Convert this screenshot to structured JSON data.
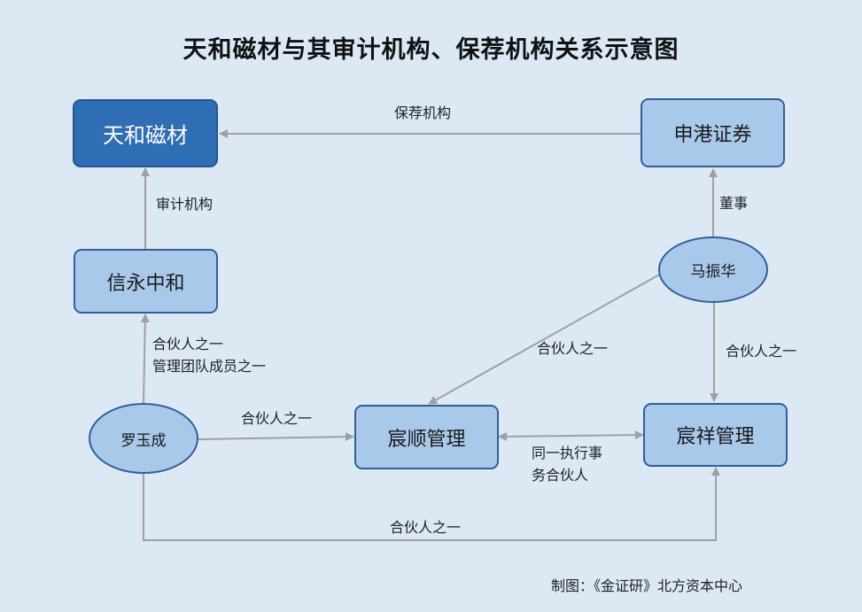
{
  "title": "天和磁材与其审计机构、保荐机构关系示意图",
  "nodes": {
    "tianhe": "天和磁材",
    "shengang": "申港证券",
    "xinyong": "信永中和",
    "mazhenhua": "马振华",
    "luoyucheng": "罗玉成",
    "chenshun": "宸顺管理",
    "chenxiang": "宸祥管理"
  },
  "edges": {
    "sponsor": "保荐机构",
    "auditor": "审计机构",
    "director": "董事",
    "luo_xinyong_line1": "合伙人之一",
    "luo_xinyong_line2": "管理团队成员之一",
    "ma_chenshun": "合伙人之一",
    "ma_chenxiang": "合伙人之一",
    "luo_chenshun": "合伙人之一",
    "shunxiang_line1": "同一执行事",
    "shunxiang_line2": "务合伙人",
    "luo_chenxiang": "合伙人之一"
  },
  "credit": "制图：《金证研》北方资本中心",
  "colors": {
    "background": "#dce9f5",
    "node_fill": "#a9c9ea",
    "node_border": "#2f5f9a",
    "primary_fill": "#2f6db4",
    "connector": "#a0a0a0"
  }
}
